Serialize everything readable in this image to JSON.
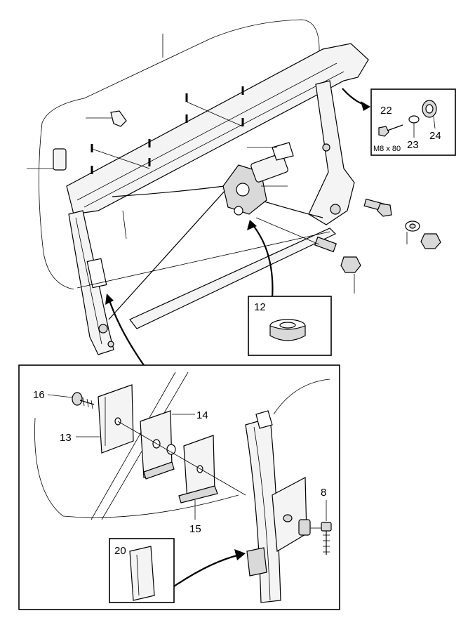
{
  "callouts": {
    "c8": "8",
    "c12": "12",
    "c13": "13",
    "c14": "14",
    "c15": "15",
    "c16": "16",
    "c20": "20",
    "c22": "22",
    "c23": "23",
    "c24": "24",
    "bolt_size": "M8 x 80"
  }
}
